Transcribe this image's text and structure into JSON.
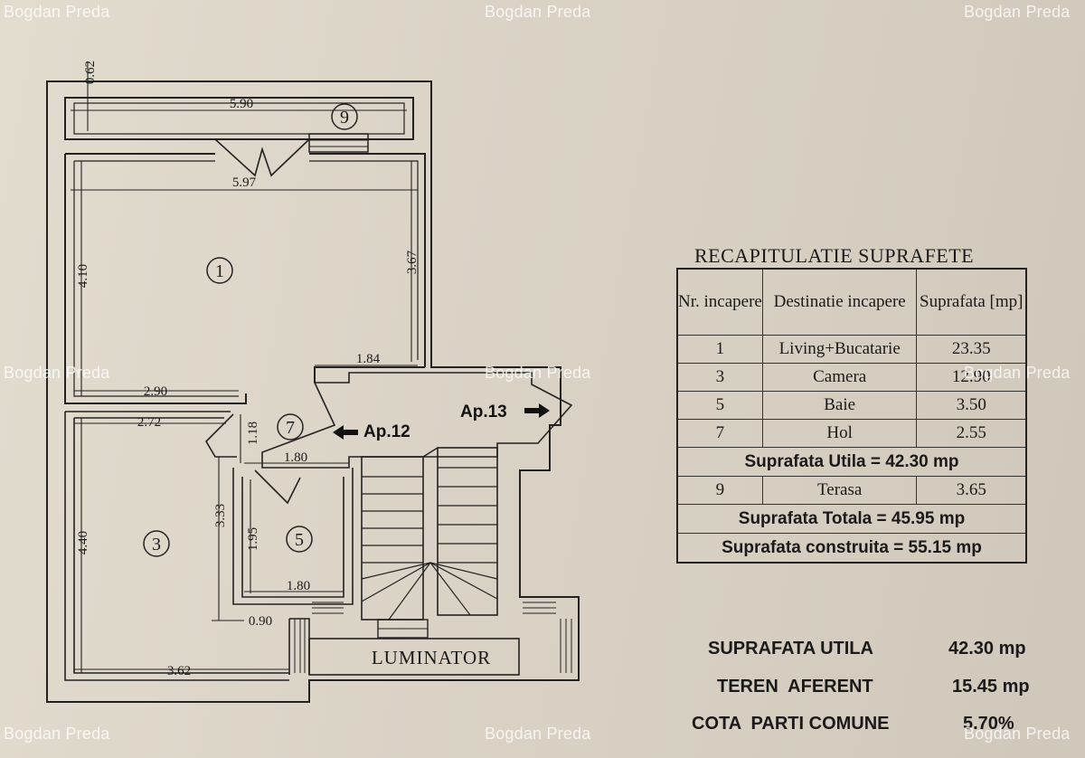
{
  "watermark": "Bogdan Preda",
  "plan": {
    "rooms": [
      {
        "number": "1"
      },
      {
        "number": "3"
      },
      {
        "number": "5"
      },
      {
        "number": "7"
      },
      {
        "number": "9"
      }
    ],
    "dimensions": [
      "0.62",
      "5.90",
      "5.97",
      "4.10",
      "3.67",
      "1.84",
      "2.90",
      "2.72",
      "1.18",
      "1.80",
      "3.33",
      "4.40",
      "1.95",
      "1.80",
      "0.90",
      "3.62"
    ],
    "apartment_left": "Ap.12",
    "apartment_right": "Ap.13",
    "skylight_label": "LUMINATOR"
  },
  "recap": {
    "title": "RECAPITULATIE SUPRAFETE",
    "headers": {
      "nr": "Nr. incapere",
      "destinatie": "Destinatie incapere",
      "suprafata": "Suprafata [mp]"
    },
    "rows": [
      {
        "nr": "1",
        "destinatie": "Living+Bucatarie",
        "suprafata": "23.35"
      },
      {
        "nr": "3",
        "destinatie": "Camera",
        "suprafata": "12.90"
      },
      {
        "nr": "5",
        "destinatie": "Baie",
        "suprafata": "3.50"
      },
      {
        "nr": "7",
        "destinatie": "Hol",
        "suprafata": "2.55"
      }
    ],
    "suprafata_utila": "Suprafata Utila = 42.30 mp",
    "terasa_row": {
      "nr": "9",
      "destinatie": "Terasa",
      "suprafata": "3.65"
    },
    "suprafata_totala": "Suprafata Totala = 45.95 mp",
    "suprafata_construita": "Suprafata construita = 55.15 mp"
  },
  "summary": [
    {
      "label": "SUPRAFATA UTILA",
      "value": "42.30 mp"
    },
    {
      "label": "TEREN  AFERENT",
      "value": "15.45 mp"
    },
    {
      "label": "COTA  PARTI COMUNE",
      "value": "5.70%"
    }
  ]
}
